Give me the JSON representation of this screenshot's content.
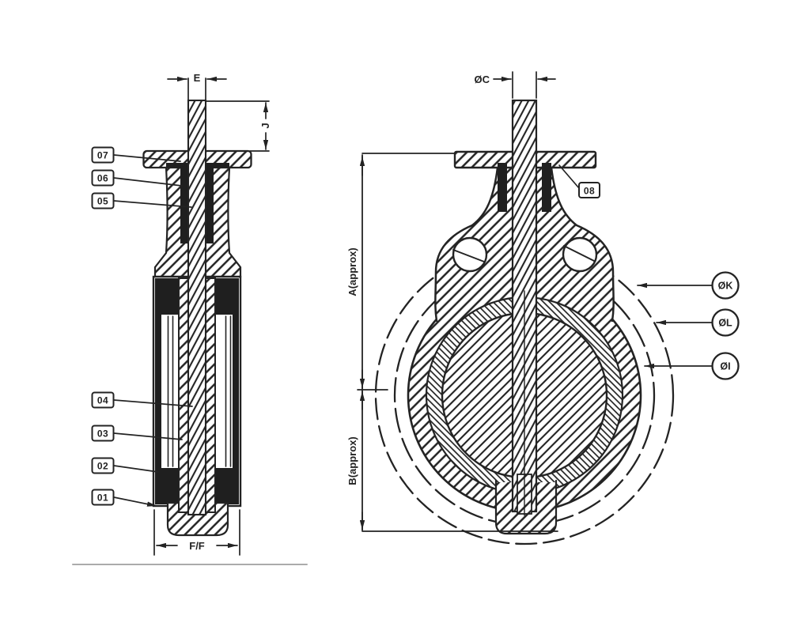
{
  "colors": {
    "line": "#232323",
    "background": "#ffffff",
    "separator": "#ababab",
    "seal_fill": "#1f1f1f"
  },
  "left_view": {
    "dim_e": "E",
    "dim_j": "J",
    "dim_ff": "F/F",
    "callouts": [
      {
        "id": "07"
      },
      {
        "id": "06"
      },
      {
        "id": "05"
      },
      {
        "id": "04"
      },
      {
        "id": "03"
      },
      {
        "id": "02"
      },
      {
        "id": "01"
      }
    ]
  },
  "right_view": {
    "dim_c": "ØC",
    "dim_a": "A(approx)",
    "dim_b": "B(approx)",
    "callout_08": "08",
    "dia_labels": [
      {
        "label": "ØK"
      },
      {
        "label": "ØL"
      },
      {
        "label": "ØI"
      }
    ]
  }
}
